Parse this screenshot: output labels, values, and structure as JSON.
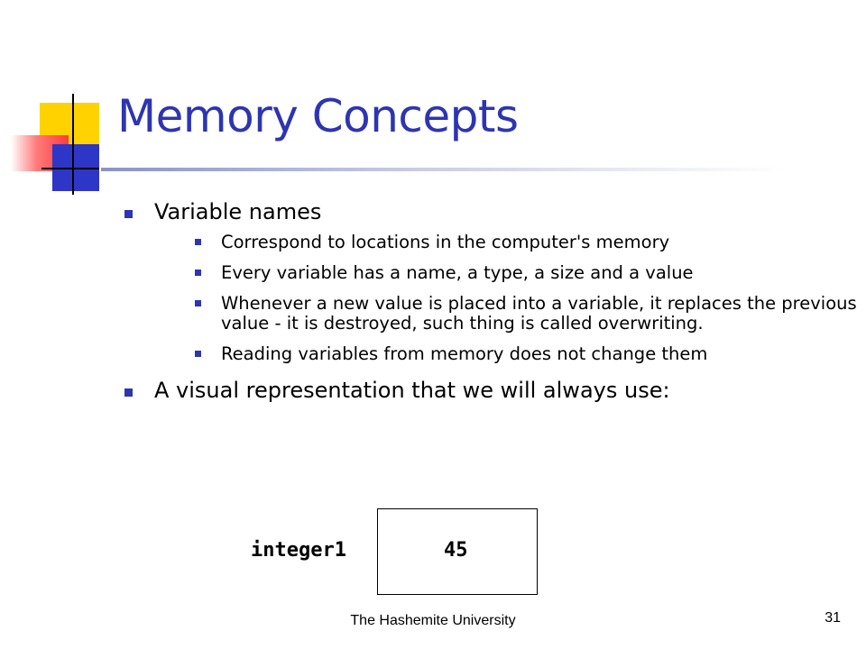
{
  "slide": {
    "title": "Memory Concepts",
    "bullets": [
      {
        "text": "Variable names",
        "sub": [
          "Correspond to locations in the computer's memory",
          "Every variable has a name, a type, a size and a value",
          "Whenever a new value is placed into a variable, it replaces the previous value - it is destroyed, such thing is called overwriting.",
          "Reading variables from memory does not change them"
        ]
      },
      {
        "text": "A visual representation that we will always use:"
      }
    ],
    "diagram": {
      "variable_name": "integer1",
      "value": "45"
    },
    "footer": "The Hashemite University",
    "page_number": "31"
  },
  "colors": {
    "title": "#2d35b0",
    "bullet": "#2d35b0"
  }
}
